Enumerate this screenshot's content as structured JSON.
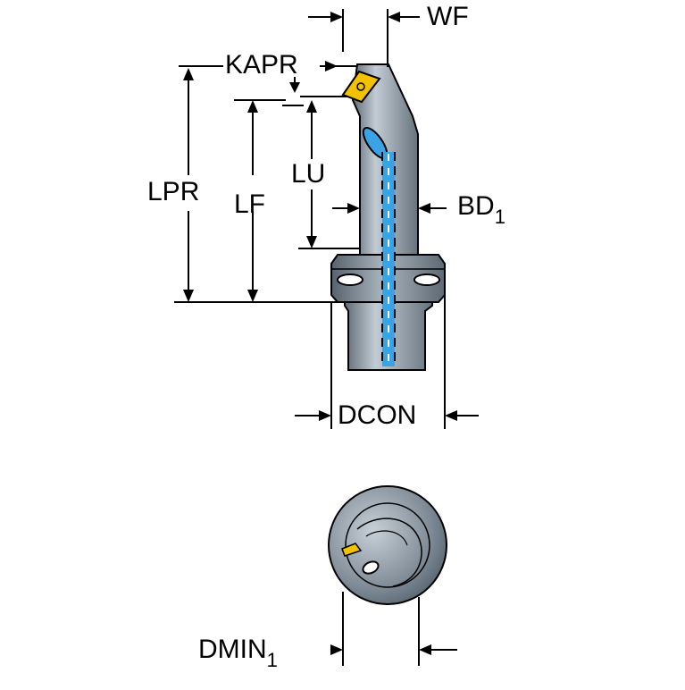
{
  "labels": {
    "wf": "WF",
    "kapr": "KAPR",
    "lpr": "LPR",
    "lf": "LF",
    "lu": "LU",
    "bd_main": "BD",
    "bd_sub": "1",
    "dcon": "DCON",
    "dmin_main": "DMIN",
    "dmin_sub": "1"
  },
  "colors": {
    "tool_body": "#6f7b86",
    "tool_light": "#aeb8c1",
    "outline": "#000000",
    "insert": "#f2c200",
    "coolant": "#3aa3e6"
  }
}
